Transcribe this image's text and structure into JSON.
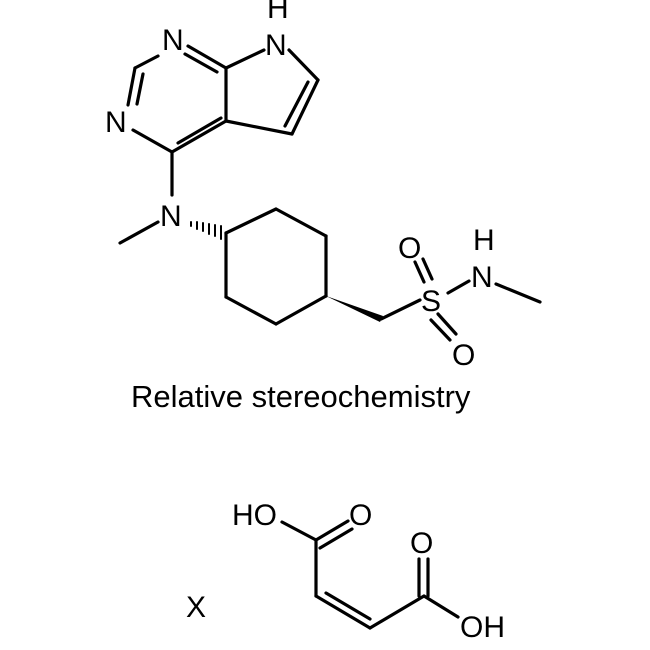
{
  "caption": "Relative stereochemistry",
  "multiplier": "X",
  "atoms": {
    "n_pyrimidine_top": "N",
    "n_pyrimidine_left": "N",
    "n_pyrrole": "N",
    "n_pyrrole_h": "H",
    "n_amine": "N",
    "sulfur": "S",
    "o_sulfonyl_top": "O",
    "o_sulfonyl_bottom": "O",
    "n_sulfonamide": "N",
    "n_sulfonamide_h": "H",
    "maleic_ho": "HO",
    "maleic_o_left": "O",
    "maleic_o_right": "O",
    "maleic_oh": "OH"
  }
}
